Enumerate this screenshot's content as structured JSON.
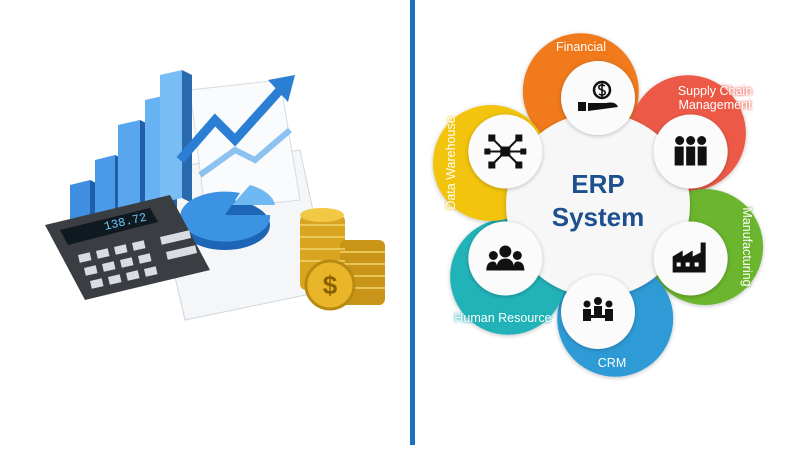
{
  "illustration": {
    "calculator_display": "138.72",
    "dollar_symbol": "$"
  },
  "erp": {
    "title_line1": "ERP",
    "title_line2": "System",
    "modules": [
      {
        "label": "Financial",
        "icon": "hand-dollar-icon",
        "color": "#f07a1e"
      },
      {
        "label": "Supply Chain Management",
        "icon": "team-group-icon",
        "color": "#ec5a47"
      },
      {
        "label": "Manufacturing",
        "icon": "factory-icon",
        "color": "#6cb52d"
      },
      {
        "label": "CRM",
        "icon": "meeting-icon",
        "color": "#2e9bd6"
      },
      {
        "label": "Human Resource",
        "icon": "people-icon",
        "color": "#20b3b8"
      },
      {
        "label": "Data Warehouse",
        "icon": "database-network-icon",
        "color": "#f2c40f"
      }
    ]
  },
  "colors": {
    "divider": "#1f6fbf",
    "title": "#1e4f8f"
  }
}
